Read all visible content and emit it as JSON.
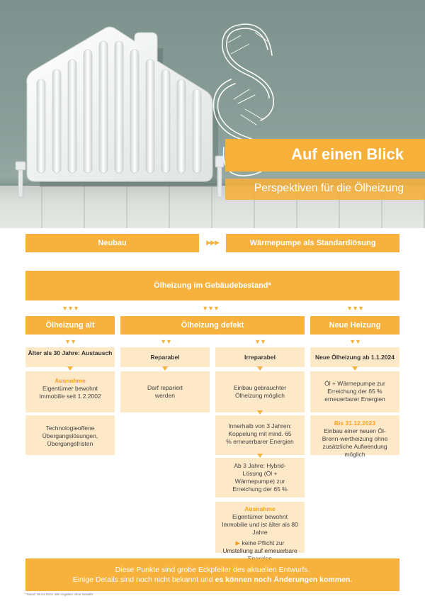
{
  "hero": {
    "title": "Auf einen Blick",
    "subtitle": "Perspektiven für die Ölheizung",
    "icon": "paragraph-sign"
  },
  "top_row": {
    "left": "Neubau",
    "arrows": "▶▶▶",
    "right": "Wärmepumpe als Standardlösung"
  },
  "main_bar": "Ölheizung im Gebäudebestand*",
  "arrows_down": "▼▼▼",
  "arrows_small": "▼▼",
  "columns": {
    "alt": {
      "header": "Ölheizung alt",
      "box1": "Älter als 30 Jahre: Austausch",
      "box2_hl": "Ausnahme",
      "box2": "Eigentümer bewohnt Immobilie seit 1.2.2002",
      "box3": "Technologieoffene Übergangslösungen, Übergangsfristen"
    },
    "defekt": {
      "header": "Ölheizung defekt",
      "reparabel": {
        "title": "Reparabel",
        "box": "Darf repariert werden"
      },
      "irreparabel": {
        "title": "Irreparabel",
        "box1": "Einbau gebrauchter Ölheizung möglich",
        "box2": "Innerhalb von 3 Jahren: Koppelung mit mind. 65 % erneuerbarer Energien",
        "box3": "Ab 3 Jahre: Hybrid-Lösung (Öl + Wärmepumpe) zur Erreichung der 65 %",
        "box4_hl": "Ausnahme",
        "box4": "Eigentümer bewohnt Immobilie und ist älter als 80 Jahre",
        "box4_arrow": "▶",
        "box4_sub": "keine Pflicht zur Umstellung auf erneuerbare Energien"
      }
    },
    "neu": {
      "header": "Neue Heizung",
      "box1": "Neue Ölheizung ab 1.1.2024",
      "box2": "Öl + Wärmepumpe zur Erreichung der 65 % erneuerbarer Energien",
      "box3_hl": "Bis 31.12.2023",
      "box3": "Einbau einer neuen Öl-Brenn-wertheizung ohne zusätzliche Aufwendung möglich"
    }
  },
  "footer": {
    "line1": "Diese Punkte sind grobe Eckpfeiler des aktuellen Entwurfs.",
    "line2_normal": "Einige Details sind noch nicht bekannt und ",
    "line2_bold": "es können noch Änderungen kommen."
  },
  "footnote": "*Stand: 06.04.2023, alle Angaben ohne Gewähr",
  "colors": {
    "orange": "#f6b23c",
    "light": "#fde8c8",
    "wall": "#8a9e99"
  }
}
